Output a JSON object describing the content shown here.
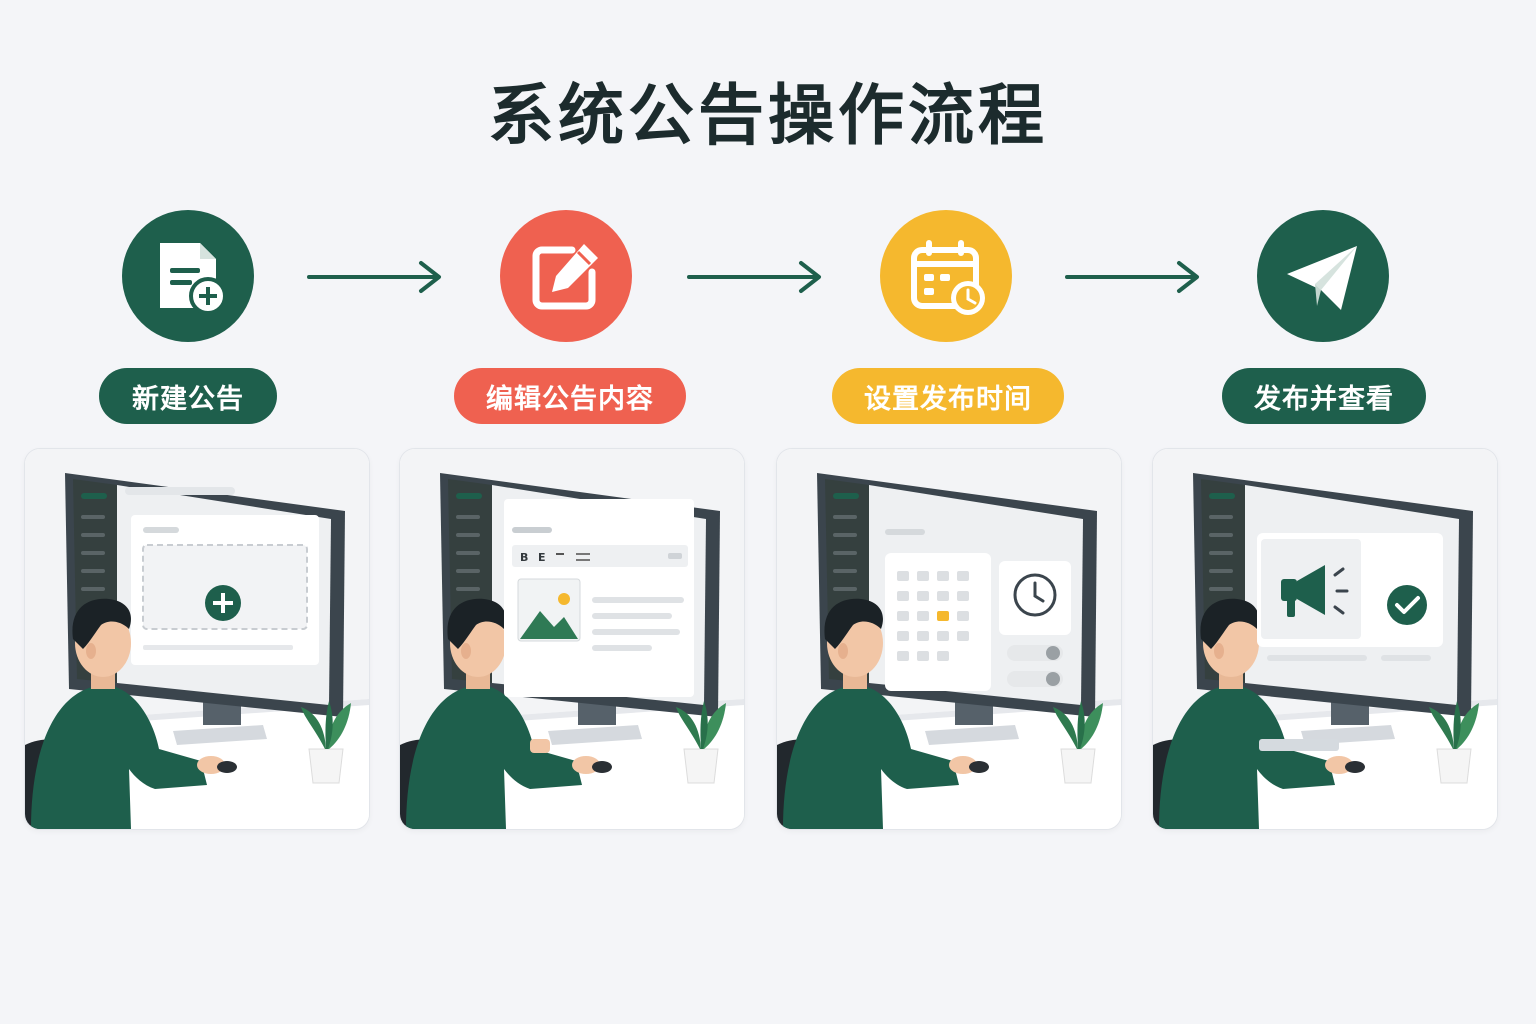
{
  "title": "系统公告操作流程",
  "colors": {
    "green": "#1e5f4c",
    "red": "#ef6150",
    "yellow": "#f5b82e",
    "text": "#1c2b2d"
  },
  "steps": [
    {
      "label": "新建公告",
      "icon": "new-document-plus-icon"
    },
    {
      "label": "编辑公告内容",
      "icon": "edit-pencil-icon"
    },
    {
      "label": "设置发布时间",
      "icon": "calendar-clock-icon"
    },
    {
      "label": "发布并查看",
      "icon": "paper-plane-send-icon"
    }
  ],
  "editor_toolbar": {
    "bold": "B",
    "format": "E"
  }
}
